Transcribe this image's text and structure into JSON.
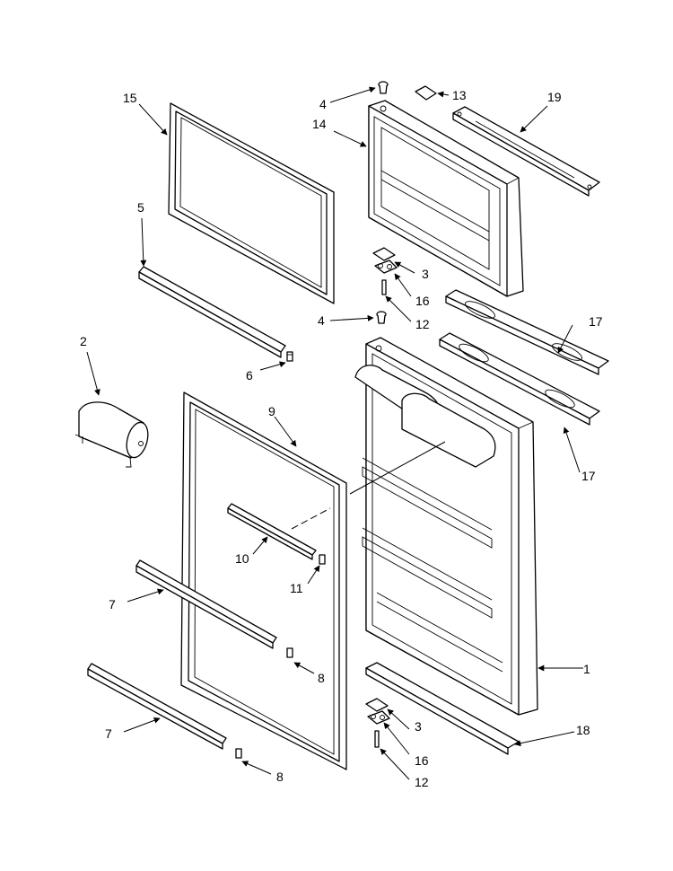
{
  "callouts": {
    "c1": "1",
    "c2": "2",
    "c3a": "3",
    "c3b": "3",
    "c4a": "4",
    "c4b": "4",
    "c5": "5",
    "c6": "6",
    "c7a": "7",
    "c7b": "7",
    "c8a": "8",
    "c8b": "8",
    "c9": "9",
    "c10": "10",
    "c11": "11",
    "c12a": "12",
    "c12b": "12",
    "c13": "13",
    "c14": "14",
    "c15": "15",
    "c16a": "16",
    "c16b": "16",
    "c17a": "17",
    "c17b": "17",
    "c18": "18",
    "c19": "19"
  },
  "colors": {
    "line": "#000000",
    "background": "#ffffff"
  }
}
